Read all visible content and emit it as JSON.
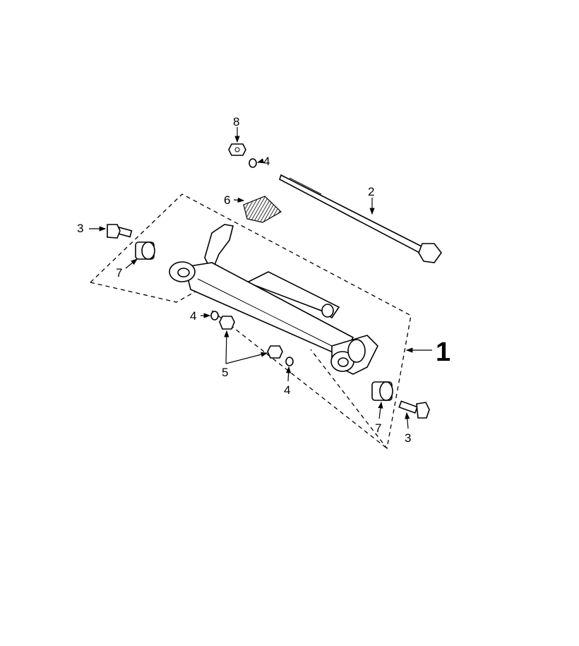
{
  "diagram": {
    "callouts": {
      "assembly": "1",
      "long_bolt": "2",
      "bolt_left": "3",
      "bolt_right": "3",
      "washer_top": "4",
      "washer_left": "4",
      "washer_bottom": "4",
      "nuts": "5",
      "pad": "6",
      "bushing_left": "7",
      "bushing_right": "7",
      "nut_top": "8"
    }
  }
}
